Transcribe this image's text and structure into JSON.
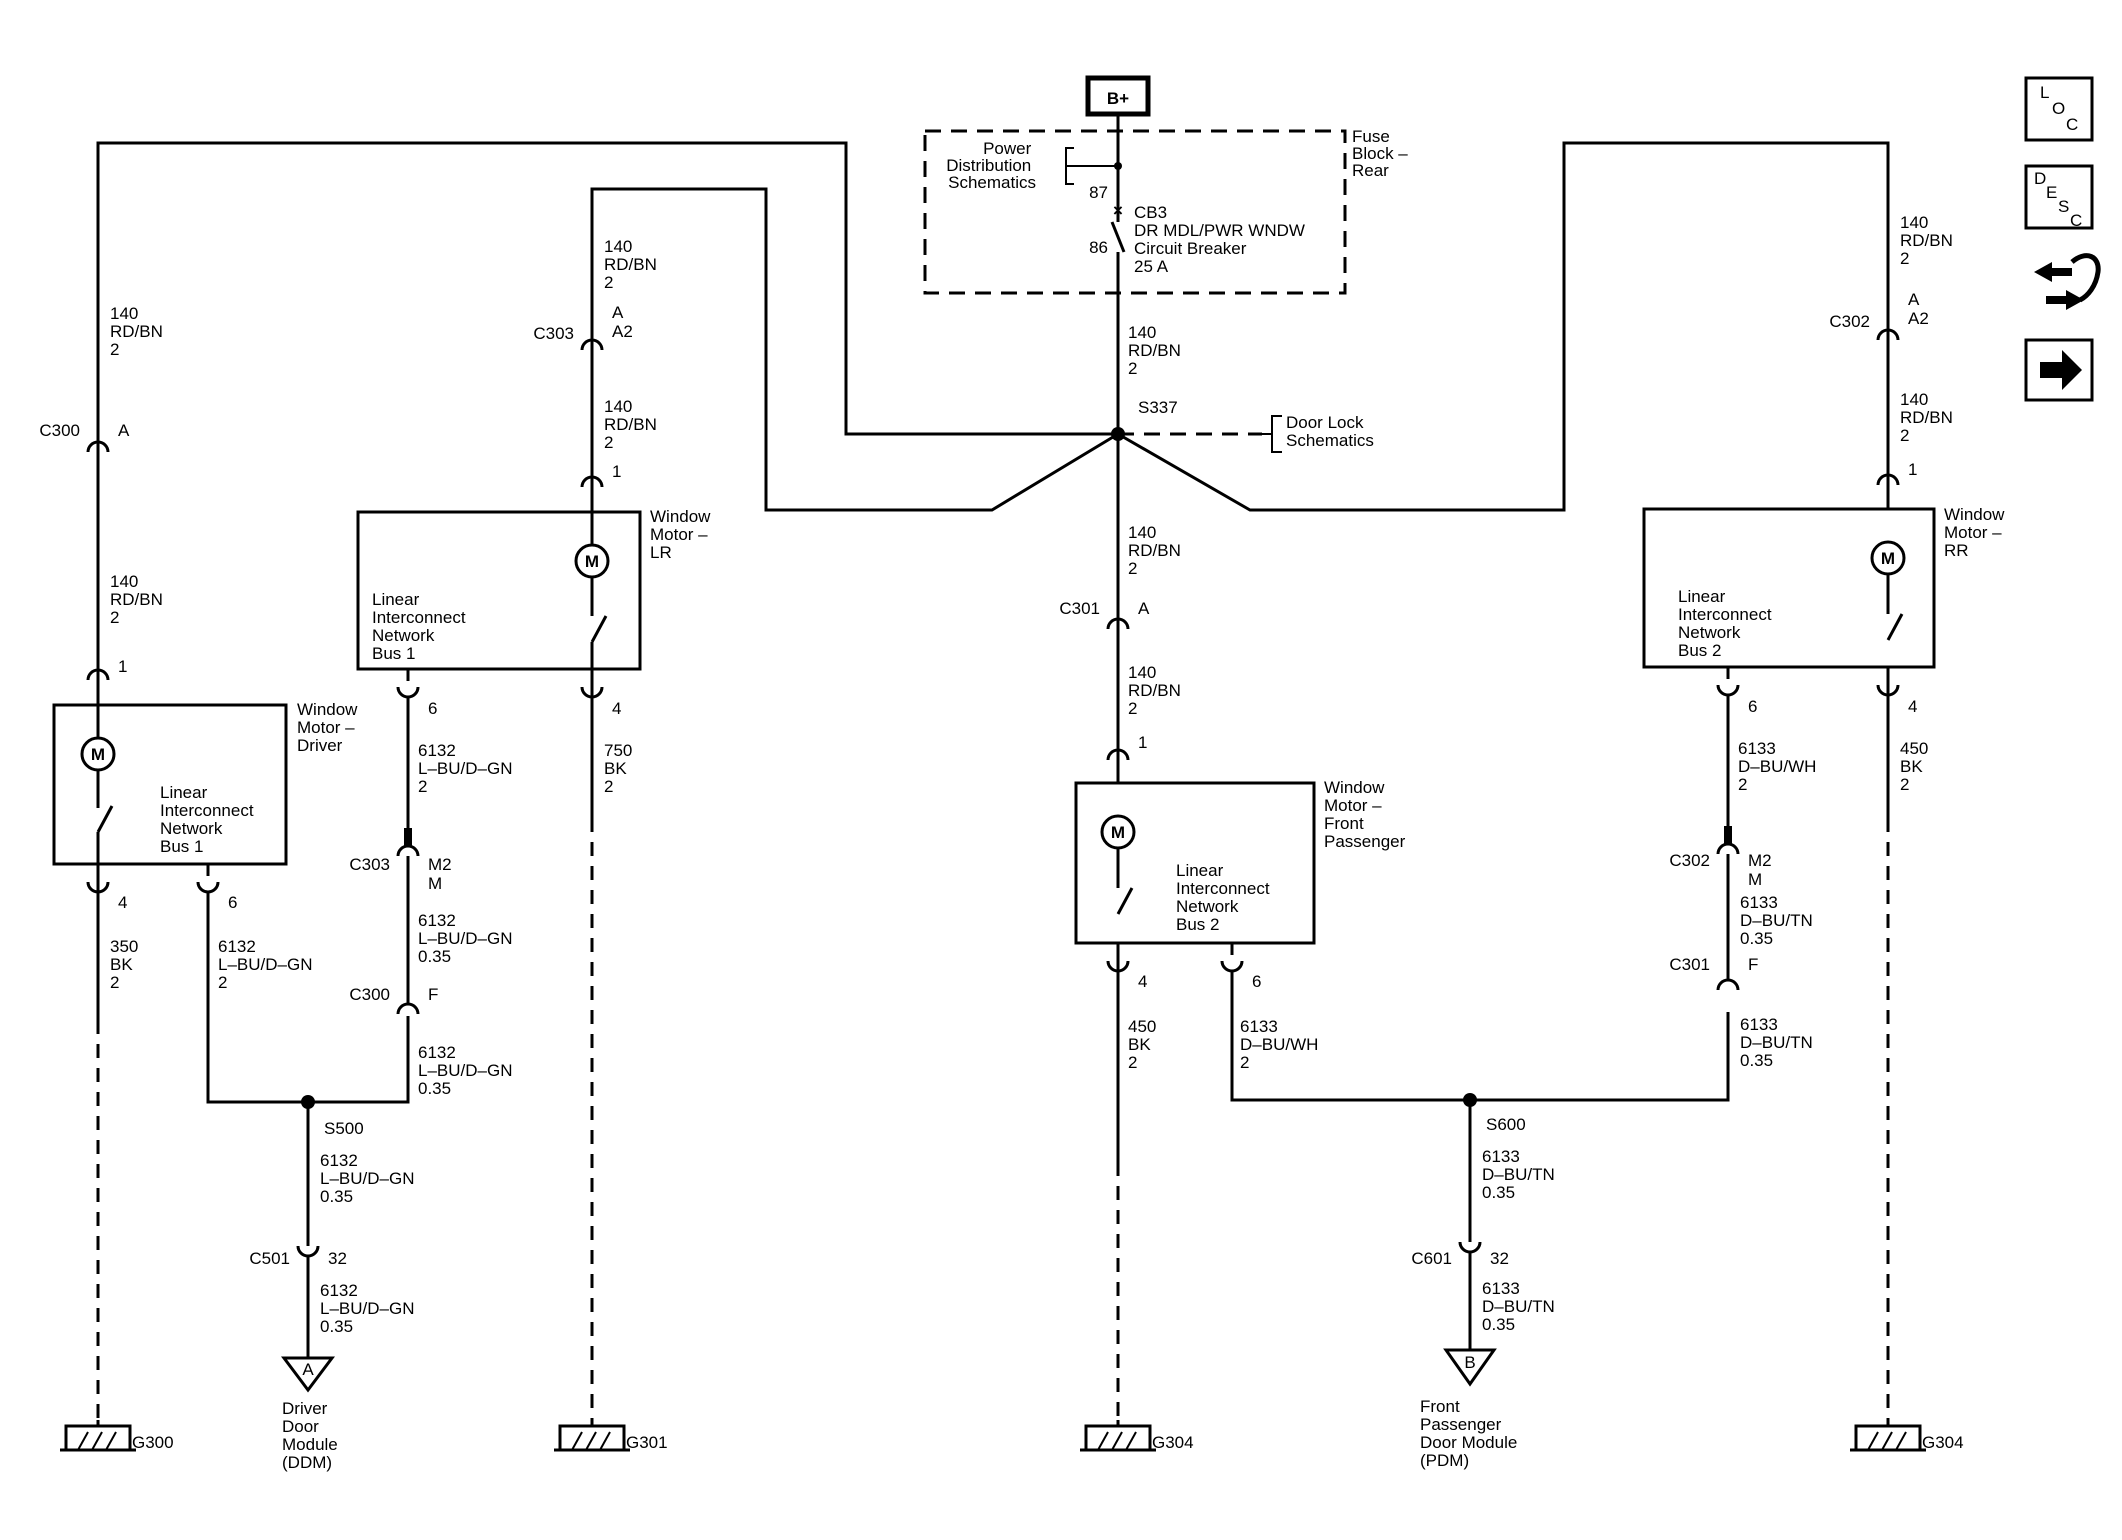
{
  "power_label": "B+",
  "fuse_block": {
    "label_lines": [
      "Fuse",
      "Block –",
      "Rear"
    ],
    "ref_lines": [
      "Power",
      "Distribution",
      "Schematics"
    ],
    "pin_a": "87",
    "pin_b": "86",
    "breaker_lines": [
      "CB3",
      "DR MDL/PWR WNDW",
      "Circuit Breaker",
      "25 A"
    ]
  },
  "splice_s337": "S337",
  "door_lock_ref": [
    "Door Lock",
    "Schematics"
  ],
  "wire_140": [
    "140",
    "RD/BN",
    "2"
  ],
  "connectors": {
    "c300": "C300",
    "c301": "C301",
    "c302": "C302",
    "c303": "C303",
    "c501": "C501",
    "c601": "C601",
    "pin_A": "A",
    "pin_A2": "A2",
    "pin_1": "1",
    "pin_4": "4",
    "pin_6": "6",
    "pin_M2": "M2",
    "pin_M": "M",
    "pin_F": "F",
    "pin_32": "32"
  },
  "motors": {
    "driver": [
      "Window",
      "Motor –",
      "Driver"
    ],
    "lr": [
      "Window",
      "Motor –",
      "LR"
    ],
    "front_pass": [
      "Window",
      "Motor –",
      "Front",
      "Passenger"
    ],
    "rr": [
      "Window",
      "Motor –",
      "RR"
    ],
    "m": "M",
    "lin_bus1": [
      "Linear",
      "Interconnect",
      "Network",
      "Bus 1"
    ],
    "lin_bus2": [
      "Linear",
      "Interconnect",
      "Network",
      "Bus 2"
    ]
  },
  "wires": {
    "w350": [
      "350",
      "BK",
      "2"
    ],
    "w750": [
      "750",
      "BK",
      "2"
    ],
    "w450": [
      "450",
      "BK",
      "2"
    ],
    "w6132_2": [
      "6132",
      "L–BU/D–GN",
      "2"
    ],
    "w6132_035": [
      "6132",
      "L–BU/D–GN",
      "0.35"
    ],
    "w6133_wh": [
      "6133",
      "D–BU/WH",
      "2"
    ],
    "w6133_tn": [
      "6133",
      "D–BU/TN",
      "0.35"
    ]
  },
  "splices": {
    "s500": "S500",
    "s600": "S600"
  },
  "modules": {
    "ddm_letter": "A",
    "ddm": [
      "Driver",
      "Door",
      "Module",
      "(DDM)"
    ],
    "pdm_letter": "B",
    "pdm": [
      "Front",
      "Passenger",
      "Door Module",
      "(PDM)"
    ]
  },
  "grounds": {
    "g300": "G300",
    "g301": "G301",
    "g304": "G304"
  },
  "nav": {
    "loc": [
      "L",
      "O",
      "C"
    ],
    "desc": [
      "D",
      "E",
      "S",
      "C"
    ]
  }
}
